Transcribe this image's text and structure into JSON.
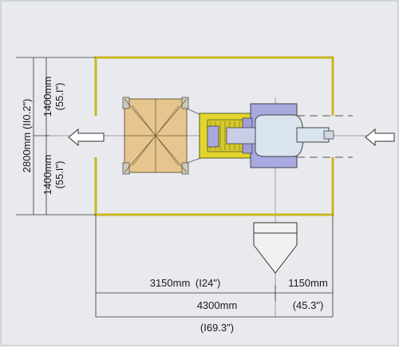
{
  "layout_diagram": {
    "dimensions": {
      "bottom_left_mm": "3150mm",
      "bottom_left_in": "(I24\")",
      "bottom_right_mm": "1150mm",
      "bottom_right_in": "(45.3\")",
      "total_mm": "4300mm",
      "total_in": "(I69.3\")",
      "side_total_mm": "2800mm (II0.2\")",
      "side_upper_mm": "1400mm",
      "side_upper_in": "(55.I\")",
      "side_lower_mm": "1400mm",
      "side_lower_in": "(55.I\")"
    },
    "colors": {
      "fence": "#c8b620",
      "workpiece": "#e7c58f",
      "machine_body": "#a9a8e0",
      "rails": "#e2d52b",
      "cab": "#d9e4ee"
    },
    "icons": [
      "arrow-left-icon",
      "arrow-right-icon",
      "tool-shield-icon"
    ]
  }
}
